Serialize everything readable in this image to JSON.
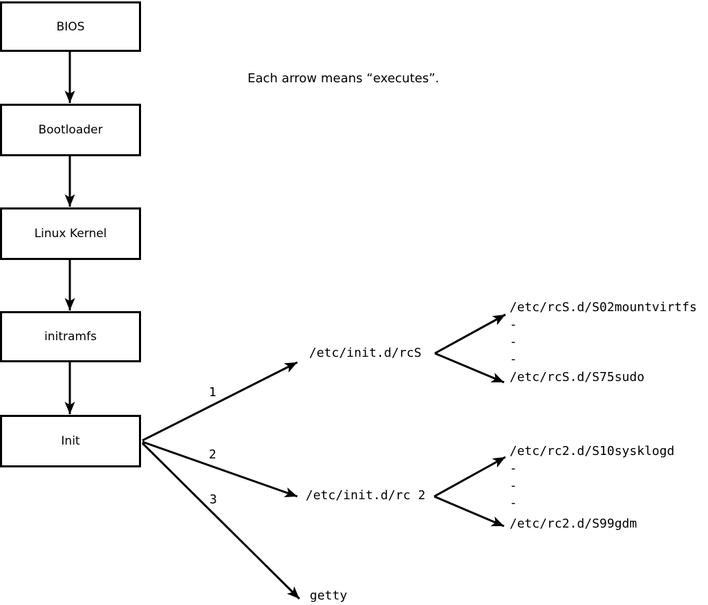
{
  "caption": "Each arrow means “executes”.",
  "boxes": [
    {
      "label": "BIOS"
    },
    {
      "label": "Bootloader"
    },
    {
      "label": "Linux Kernel"
    },
    {
      "label": "initramfs"
    },
    {
      "label": "Init"
    }
  ],
  "branches": [
    {
      "number": "1",
      "target": "/etc/init.d/rcS",
      "children": [
        "/etc/rcS.d/S02mountvirtfs",
        "-",
        "-",
        "-",
        "/etc/rcS.d/S75sudo"
      ]
    },
    {
      "number": "2",
      "target": "/etc/init.d/rc 2",
      "children": [
        "/etc/rc2.d/S10sysklogd",
        "-",
        "-",
        "-",
        "/etc/rc2.d/S99gdm"
      ]
    },
    {
      "number": "3",
      "target": "getty",
      "children": []
    }
  ],
  "colors": {
    "foreground": "#000000",
    "background": "#ffffff"
  }
}
